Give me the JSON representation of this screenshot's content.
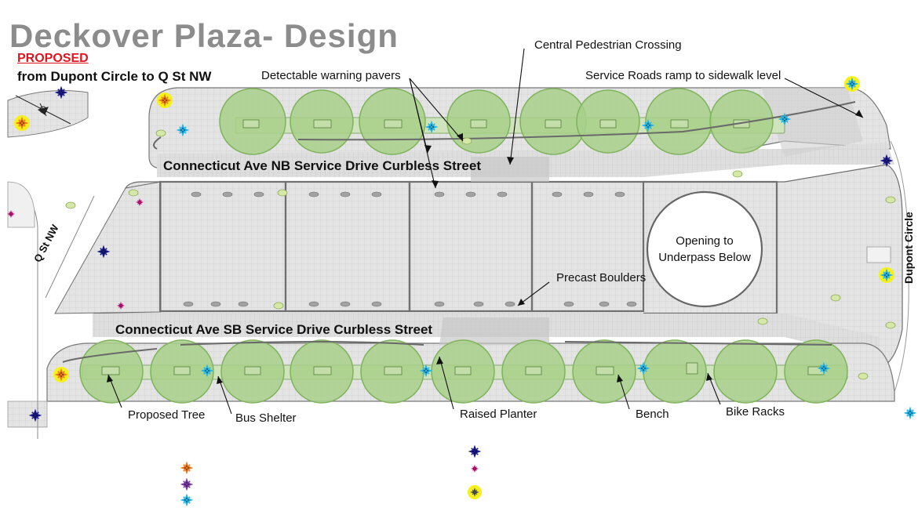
{
  "header": {
    "title": "Deckover Plaza- Design",
    "status": "PROPOSED",
    "subtitle": "from Dupont Circle to Q  St NW"
  },
  "streets": {
    "nb": "Connecticut Ave NB Service Drive Curbless Street",
    "sb": "Connecticut Ave SB Service Drive Curbless Street",
    "q_st": "Q St NW",
    "dupont": "Dupont Circle"
  },
  "callouts": {
    "central_crossing": "Central Pedestrian Crossing",
    "warning_pavers": "Detectable warning pavers",
    "service_roads": "Service Roads ramp to sidewalk level",
    "opening_line1": "Opening to",
    "opening_line2": "Underpass Below",
    "boulders": "Precast Boulders",
    "proposed_tree": "Proposed Tree",
    "bus_shelter": "Bus Shelter",
    "raised_planter": "Raised Planter",
    "bench": "Bench",
    "bike_racks": "Bike Racks"
  },
  "colors": {
    "paving": "#e2e2e2",
    "paving_line": "#c9c9c9",
    "tree_fill": "#a8d08a",
    "tree_edge": "#7fb35c",
    "planter": "#b9d99c",
    "road": "#8a8a8a",
    "title_gray": "#8c8c8c",
    "proposed_red": "#e0141e",
    "star_navy": "#1a1a8c",
    "star_magenta": "#c0147a",
    "star_orange": "#f07818",
    "star_purple": "#7a3aa8",
    "star_cyan": "#22b6e8",
    "star_yellow": "#f5f01e"
  },
  "legend": {
    "symbols": [
      "orange-star-icon",
      "purple-star-icon",
      "cyan-star-icon",
      "navy-star-icon",
      "magenta-star-icon",
      "yellow-circled-star-icon"
    ]
  }
}
